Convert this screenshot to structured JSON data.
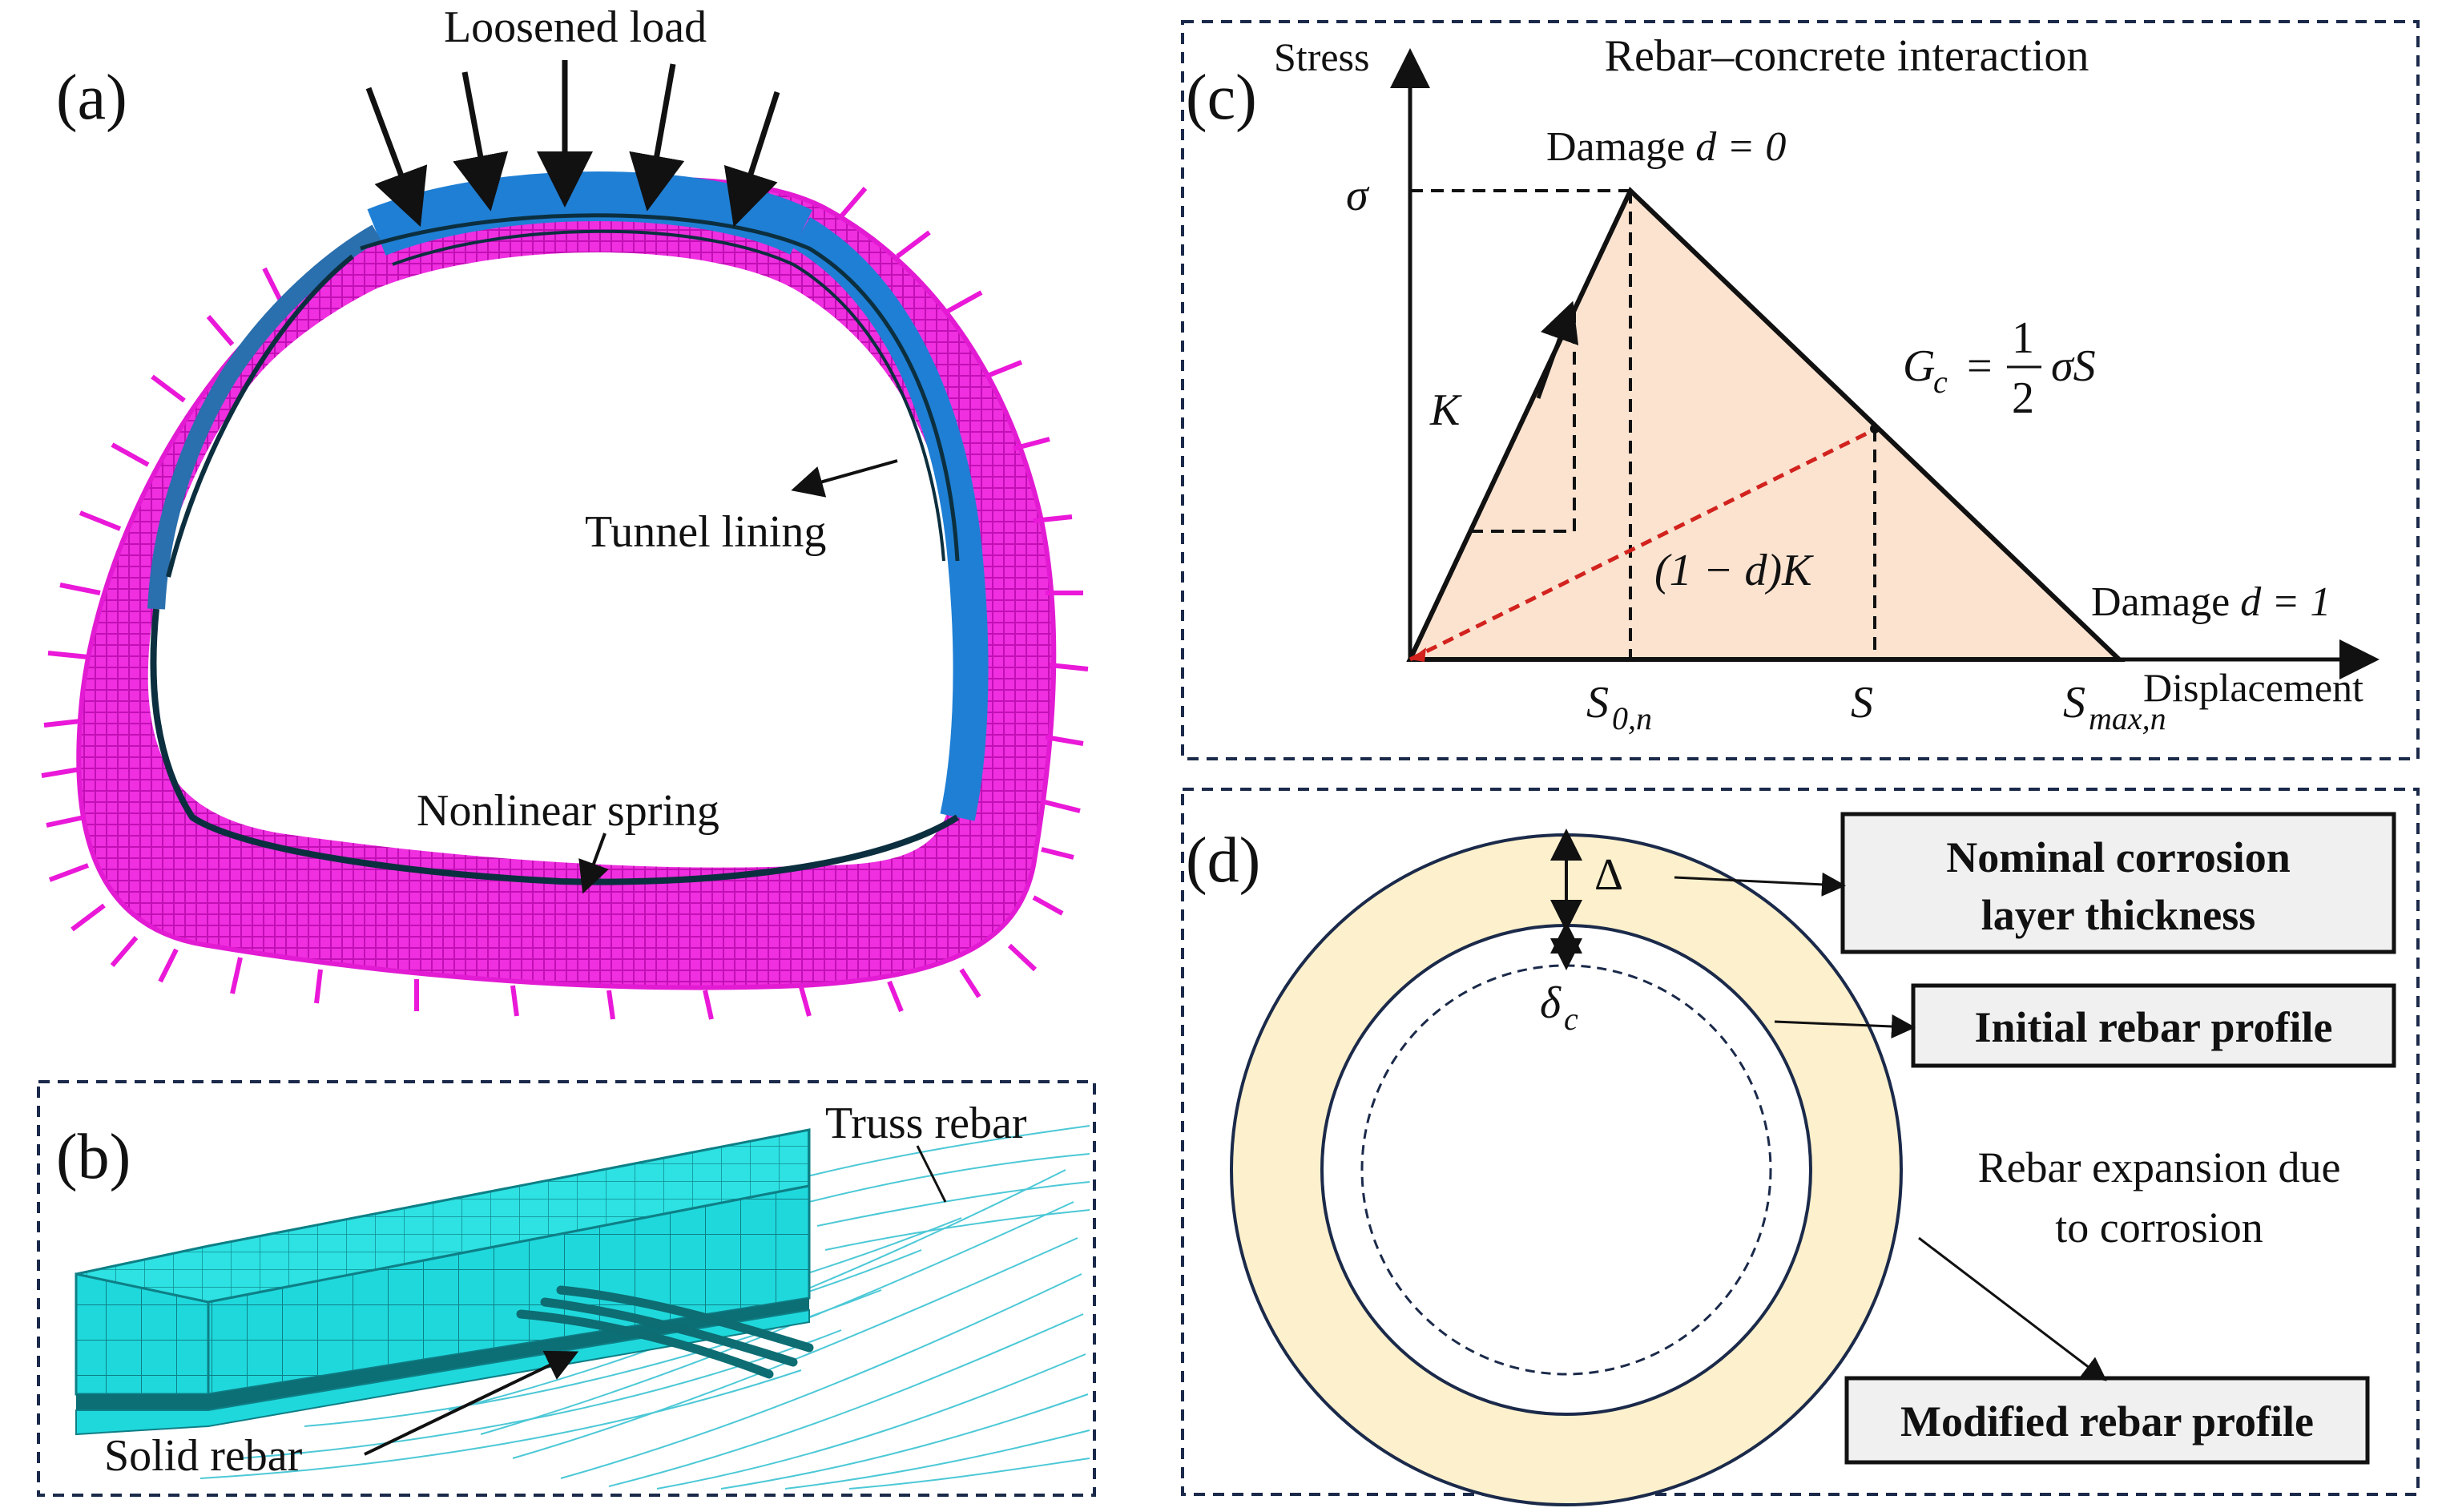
{
  "panels": {
    "a": {
      "letter": "(a)",
      "loosened_load": "Loosened load",
      "tunnel_lining": "Tunnel lining",
      "nonlinear_spring": "Nonlinear spring",
      "colors": {
        "spring": "#ea18d8",
        "lining": "#1f7fd4",
        "rebar": "#0c2f3f"
      }
    },
    "b": {
      "letter": "(b)",
      "truss_rebar": "Truss rebar",
      "solid_rebar": "Solid rebar",
      "colors": {
        "mesh": "#19d6da",
        "rebar": "#118c94"
      }
    },
    "c": {
      "letter": "(c)",
      "title": "Rebar–concrete interaction",
      "y_axis": "Stress",
      "x_axis": "Displacement",
      "sigma": "σ",
      "K": "K",
      "damage_zero": "Damage ",
      "damage_zero_eq": "d = 0",
      "damage_one": "Damage ",
      "damage_one_eq": "d = 1",
      "degraded": "(1 − d)K",
      "energy_lhs": "G",
      "energy_sub": "c",
      "energy_eq": "=",
      "energy_num": "1",
      "energy_den": "2",
      "energy_rhs": "σS",
      "tick_s0": "S",
      "tick_s0_sub": "0,n",
      "tick_s": "S",
      "tick_smax": "S",
      "tick_smax_sub": "max,n",
      "colors": {
        "fill": "#fbe3d0",
        "secant": "#d2231e"
      }
    },
    "d": {
      "letter": "(d)",
      "delta": "Δ",
      "delta_c": "δ",
      "delta_c_sub": "c",
      "nominal_line1": "Nominal corrosion",
      "nominal_line2": "layer thickness",
      "initial": "Initial rebar profile",
      "expansion_line1": "Rebar expansion due",
      "expansion_line2": "to corrosion",
      "modified": "Modified rebar profile",
      "colors": {
        "ring": "#fdf0cc",
        "outline": "#1b2a4a",
        "box": "#f0f0f0"
      }
    }
  }
}
